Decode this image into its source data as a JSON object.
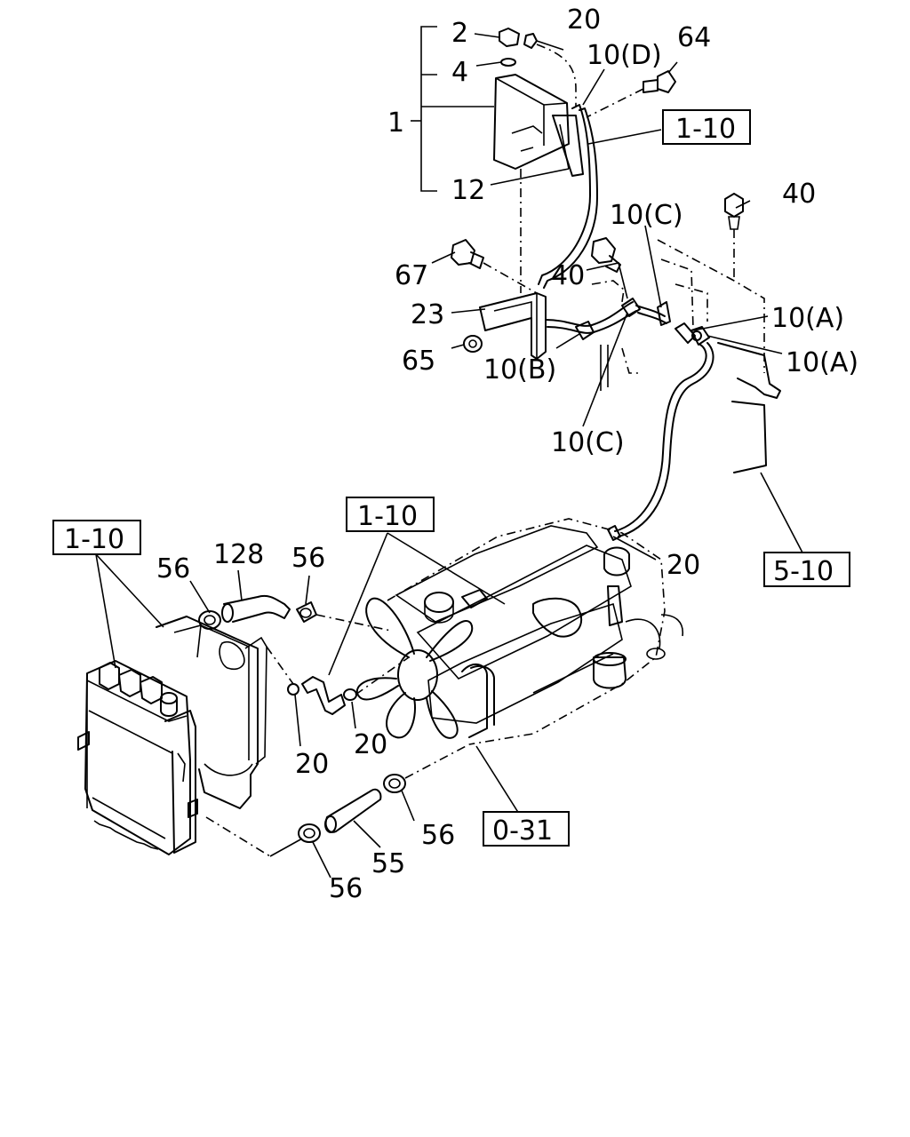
{
  "callouts": {
    "c_2": "2",
    "c_20_top": "20",
    "c_4": "4",
    "c_10d": "10(D)",
    "c_64": "64",
    "c_1": "1",
    "c_12": "12",
    "c_10c_top": "10(C)",
    "c_40_right": "40",
    "c_67": "67",
    "c_40_mid": "40",
    "c_10a_1": "10(A)",
    "c_10a_2": "10(A)",
    "c_23": "23",
    "c_65": "65",
    "c_10b": "10(B)",
    "c_10c_bottom": "10(C)",
    "c_20_right": "20",
    "c_56_left": "56",
    "c_128": "128",
    "c_56_mid": "56",
    "c_20_low_a": "20",
    "c_20_low_b": "20",
    "c_56_clamp_r": "56",
    "c_55": "55",
    "c_56_bottom": "56"
  },
  "references": {
    "ref_1_10_top": "1-10",
    "ref_1_10_left": "1-10",
    "ref_1_10_mid": "1-10",
    "ref_5_10": "5-10",
    "ref_0_31": "0-31"
  }
}
